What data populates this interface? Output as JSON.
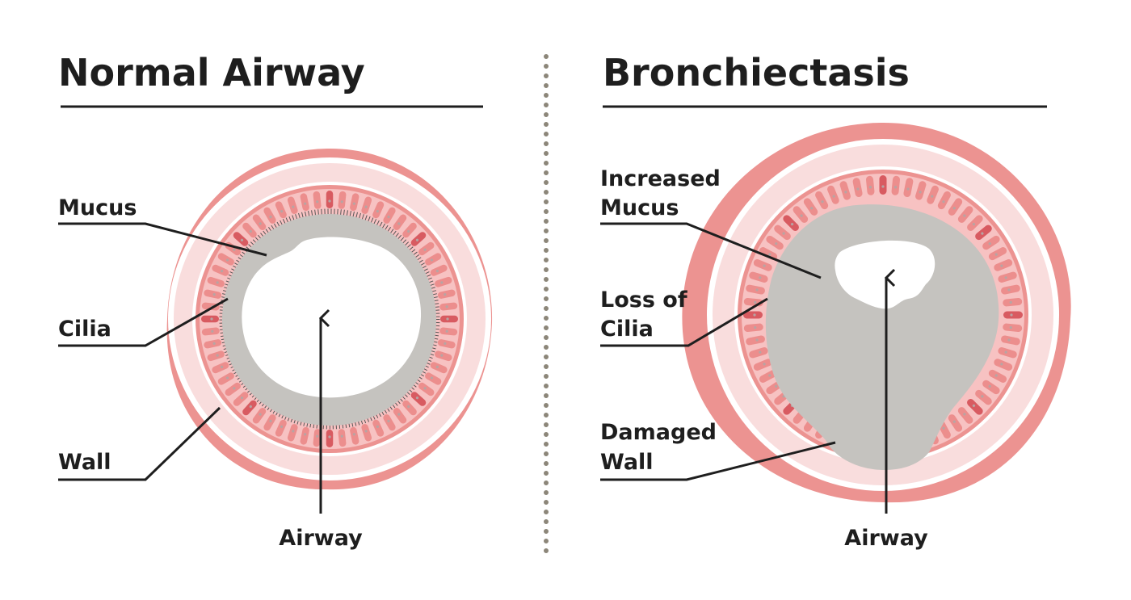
{
  "colors": {
    "outer_wall": "#ec9391",
    "inner_wall": "#f9dddd",
    "cell_band": "#f7c2c2",
    "cell": "#ec8e8d",
    "cell_dark": "#d85b61",
    "mucus": "#c5c3bf",
    "text": "#1e1e1e"
  },
  "left_panel": {
    "title": "Normal Airway",
    "labels": {
      "mucus": "Mucus",
      "cilia": "Cilia",
      "wall": "Wall",
      "airway": "Airway"
    }
  },
  "right_panel": {
    "title": "Bronchiectasis",
    "labels": {
      "increased_mucus_line1": "Increased",
      "increased_mucus_line2": "Mucus",
      "loss_of_cilia_line1": "Loss of",
      "loss_of_cilia_line2": "Cilia",
      "damaged_wall_line1": "Damaged",
      "damaged_wall_line2": "Wall",
      "airway": "Airway"
    }
  }
}
